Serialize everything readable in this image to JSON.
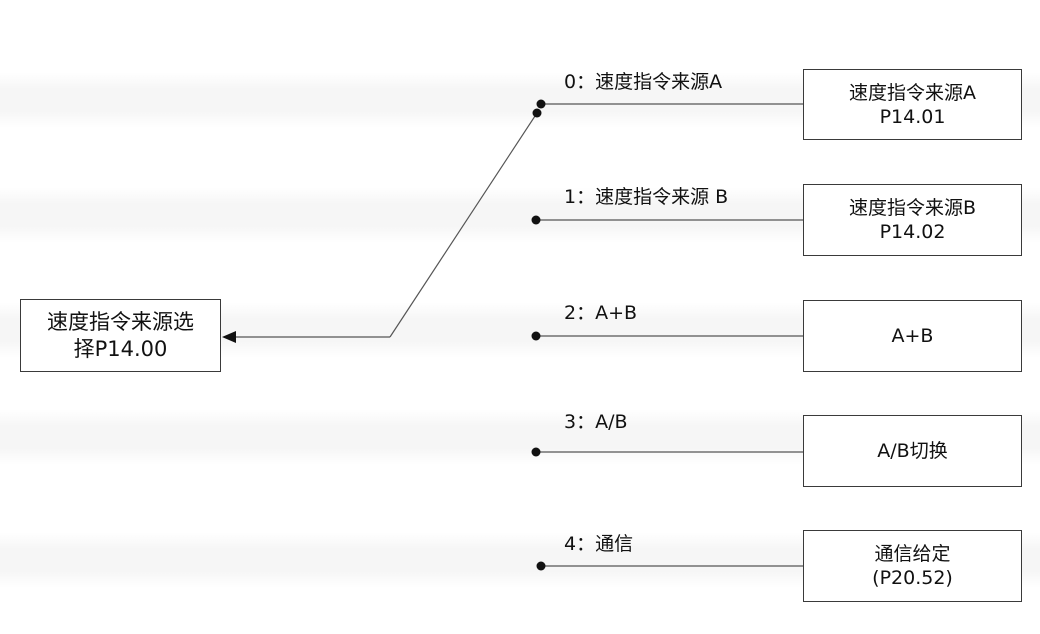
{
  "selector": {
    "line1": "速度指令来源选",
    "line2": "择P14.00"
  },
  "options": [
    {
      "label": "0：速度指令来源A",
      "box_line1": "速度指令来源A",
      "box_line2": "P14.01"
    },
    {
      "label": "1：速度指令来源 B",
      "box_line1": "速度指令来源B",
      "box_line2": "P14.02"
    },
    {
      "label": "2：A+B",
      "box_line1": "A+B",
      "box_line2": ""
    },
    {
      "label": "3：A/B",
      "box_line1": "A/B切换",
      "box_line2": ""
    },
    {
      "label": "4：通信",
      "box_line1": "通信给定",
      "box_line2": "(P20.52)"
    }
  ],
  "selected_option": 0,
  "colors": {
    "line": "#555555",
    "dot": "#111111",
    "border": "#3a3a3a"
  }
}
